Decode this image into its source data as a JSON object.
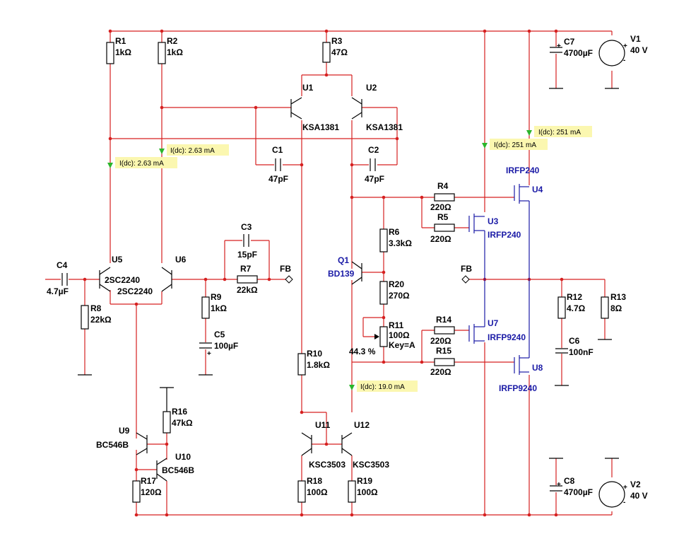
{
  "components": {
    "R1": {
      "name": "R1",
      "value": "1kΩ"
    },
    "R2": {
      "name": "R2",
      "value": "1kΩ"
    },
    "R3": {
      "name": "R3",
      "value": "47Ω"
    },
    "R4": {
      "name": "R4",
      "value": "220Ω"
    },
    "R5": {
      "name": "R5",
      "value": "220Ω"
    },
    "R6": {
      "name": "R6",
      "value": "3.3kΩ"
    },
    "R7": {
      "name": "R7",
      "value": "22kΩ"
    },
    "R8": {
      "name": "R8",
      "value": "22kΩ"
    },
    "R9": {
      "name": "R9",
      "value": "1kΩ"
    },
    "R10": {
      "name": "R10",
      "value": "1.8kΩ"
    },
    "R11": {
      "name": "R11",
      "value": "100Ω",
      "key": "Key=A",
      "percent": "44.3 %"
    },
    "R12": {
      "name": "R12",
      "value": "4.7Ω"
    },
    "R13": {
      "name": "R13",
      "value": "8Ω"
    },
    "R14": {
      "name": "R14",
      "value": "220Ω"
    },
    "R15": {
      "name": "R15",
      "value": "220Ω"
    },
    "R16": {
      "name": "R16",
      "value": "47kΩ"
    },
    "R17": {
      "name": "R17",
      "value": "120Ω"
    },
    "R18": {
      "name": "R18",
      "value": "100Ω"
    },
    "R19": {
      "name": "R19",
      "value": "100Ω"
    },
    "R20": {
      "name": "R20",
      "value": "270Ω"
    },
    "C1": {
      "name": "C1",
      "value": "47pF"
    },
    "C2": {
      "name": "C2",
      "value": "47pF"
    },
    "C3": {
      "name": "C3",
      "value": "15pF"
    },
    "C4": {
      "name": "C4",
      "value": "4.7µF"
    },
    "C5": {
      "name": "C5",
      "value": "100µF"
    },
    "C6": {
      "name": "C6",
      "value": "100nF"
    },
    "C7": {
      "name": "C7",
      "value": "4700µF"
    },
    "C8": {
      "name": "C8",
      "value": "4700µF"
    },
    "V1": {
      "name": "V1",
      "value": "40 V"
    },
    "V2": {
      "name": "V2",
      "value": "40 V"
    },
    "U1": {
      "name": "U1",
      "part": "KSA1381"
    },
    "U2": {
      "name": "U2",
      "part": "KSA1381"
    },
    "U3": {
      "name": "U3",
      "part": "IRFP240"
    },
    "U4": {
      "name": "U4",
      "part": "IRFP240"
    },
    "U5": {
      "name": "U5",
      "part": "2SC2240"
    },
    "U6": {
      "name": "U6",
      "part": "2SC2240"
    },
    "U7": {
      "name": "U7",
      "part": "IRFP9240"
    },
    "U8": {
      "name": "U8",
      "part": "IRFP9240"
    },
    "U9": {
      "name": "U9",
      "part": "BC546B"
    },
    "U10": {
      "name": "U10",
      "part": "BC546B"
    },
    "U11": {
      "name": "U11",
      "part": "KSC3503"
    },
    "U12": {
      "name": "U12",
      "part": "KSC3503"
    },
    "Q1": {
      "name": "Q1",
      "part": "BD139"
    }
  },
  "net_labels": {
    "fb_left": "FB",
    "fb_right": "FB"
  },
  "probes": {
    "p1": "I(dc): 2.63 mA",
    "p2": "I(dc): 2.63 mA",
    "p3": "I(dc): 251 mA",
    "p4": "I(dc): 251 mA",
    "p5": "I(dc): 19.0 mA"
  },
  "polarity": {
    "plus": "+",
    "minus": "-"
  },
  "colors": {
    "wire": "#d62020",
    "component": "#000000",
    "mosfet": "#1a1aa6",
    "probe_bg": "#fbf7b0",
    "probe_arrow": "#2bb52b"
  }
}
